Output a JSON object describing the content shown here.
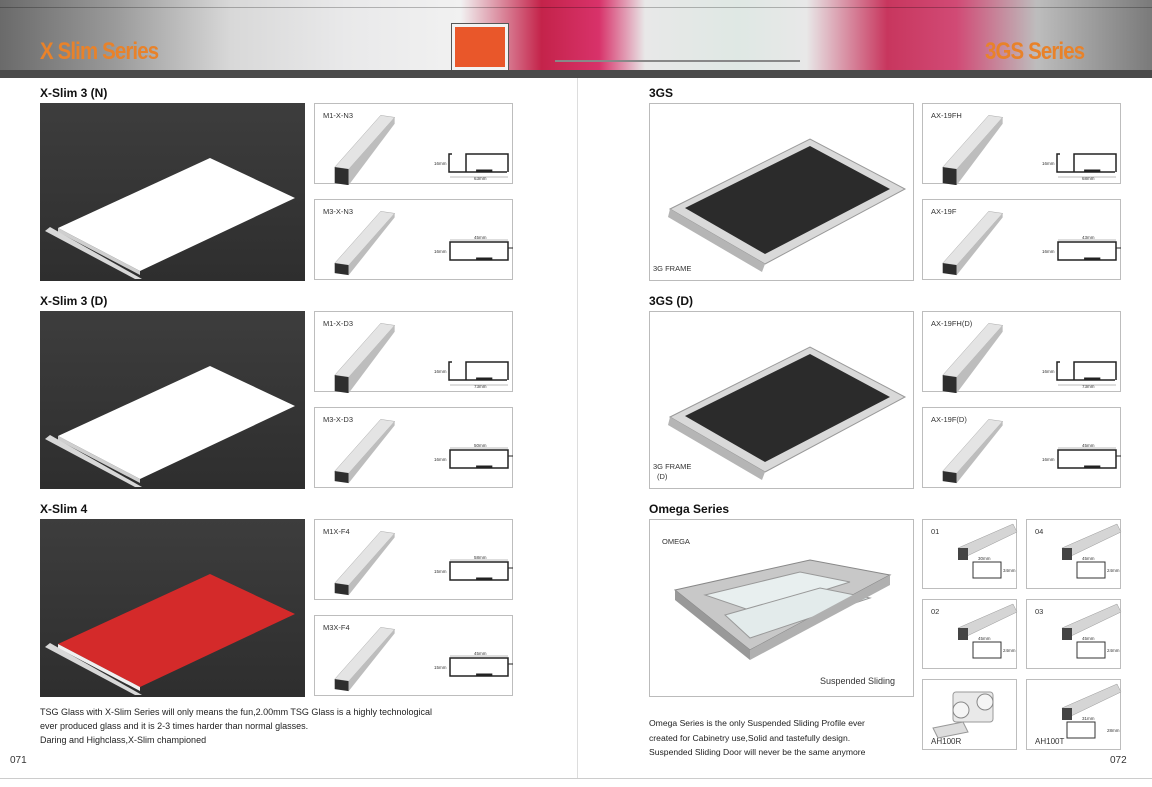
{
  "banner": {
    "left_title": "X Slim Series",
    "right_title": "3GS Series"
  },
  "left_page": {
    "sections": [
      {
        "title": "X-Slim 3 (N)",
        "slab_color": "#ffffff",
        "profiles": [
          {
            "code": "M1-X-N3",
            "type": "handle",
            "height": "16mm",
            "width": "63mm"
          },
          {
            "code": "M3-X-N3",
            "type": "box",
            "height": "16mm",
            "width": "45mm"
          }
        ]
      },
      {
        "title": "X-Slim 3 (D)",
        "slab_color": "#ffffff",
        "profiles": [
          {
            "code": "M1-X-D3",
            "type": "handle",
            "height": "16mm",
            "width": "73mm"
          },
          {
            "code": "M3-X-D3",
            "type": "box",
            "height": "16mm",
            "width": "50mm"
          }
        ]
      },
      {
        "title": "X-Slim 4",
        "slab_color": "#d42a2a",
        "profiles": [
          {
            "code": "M1X-F4",
            "type": "box",
            "height": "15mm",
            "width": "58mm"
          },
          {
            "code": "M3X-F4",
            "type": "box",
            "height": "15mm",
            "width": "45mm"
          }
        ]
      }
    ],
    "description": [
      "TSG Glass with X-Slim Series will only means the fun,2.00mm TSG Glass is a highly technological",
      "ever produced glass and it is 2-3 times harder than normal glasses.",
      "Daring and Highclass,X-Slim championed"
    ],
    "page_number": "071"
  },
  "right_page": {
    "sections": [
      {
        "title": "3GS",
        "caption": [
          "3G FRAME"
        ],
        "profiles": [
          {
            "code": "AX-19FH",
            "type": "handle",
            "height": "16mm",
            "width": "68mm"
          },
          {
            "code": "AX-19F",
            "type": "box",
            "height": "16mm",
            "width": "43mm"
          }
        ]
      },
      {
        "title": "3GS (D)",
        "caption": [
          "3G FRAME",
          "(D)"
        ],
        "profiles": [
          {
            "code": "AX-19FH(D)",
            "type": "handle",
            "height": "16mm",
            "width": "73mm"
          },
          {
            "code": "AX-19F(D)",
            "type": "box",
            "height": "16mm",
            "width": "45mm"
          }
        ]
      }
    ],
    "omega": {
      "title": "Omega Series",
      "photo_label": "OMEGA",
      "photo_caption": "Suspended Sliding",
      "parts": [
        {
          "code": "01",
          "width": "30mm",
          "height": "34mm"
        },
        {
          "code": "04",
          "width": "45mm",
          "height": "24mm"
        },
        {
          "code": "02",
          "width": "45mm",
          "height": "24mm"
        },
        {
          "code": "03",
          "width": "45mm",
          "height": "24mm"
        },
        {
          "code": "AH100R"
        },
        {
          "code": "AH100T",
          "width": "31mm",
          "height": "28mm"
        }
      ],
      "description": [
        "Omega Series is the only Suspended Sliding Profile ever",
        "created for Cabinetry use,Solid and tastefully design.",
        "Suspended Sliding Door will never be the same anymore"
      ]
    },
    "page_number": "072"
  }
}
